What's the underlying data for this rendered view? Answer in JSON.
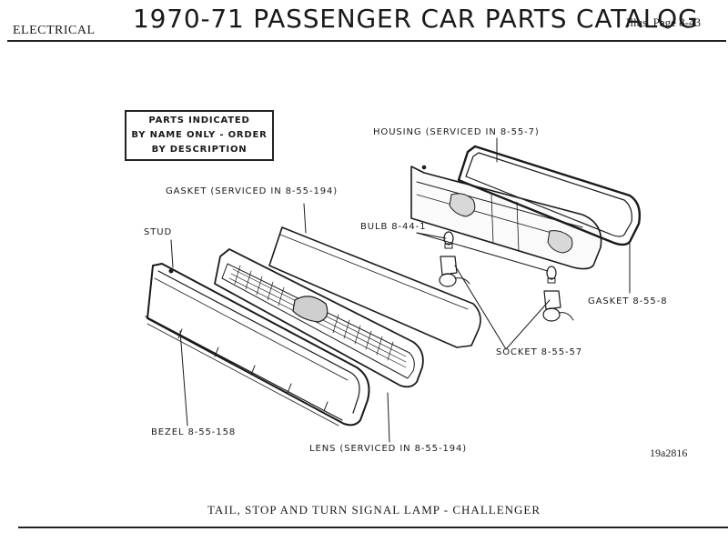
{
  "header": {
    "section": "ELECTRICAL",
    "title": "1970-71 PASSENGER CAR PARTS CATALOG",
    "illus_page": "Illus. Page 8-43"
  },
  "notice": {
    "lines": [
      "PARTS INDICATED",
      "BY NAME ONLY - ORDER",
      "BY DESCRIPTION"
    ]
  },
  "labels": {
    "housing": "HOUSING (SERVICED IN 8-55-7)",
    "gasket_upper": "GASKET (SERVICED IN 8-55-194)",
    "stud": "STUD",
    "bulb": "BULB 8-44-1",
    "gasket_lower": "GASKET 8-55-8",
    "socket": "SOCKET 8-55-57",
    "bezel": "BEZEL 8-55-158",
    "lens": "LENS (SERVICED IN 8-55-194)"
  },
  "figure_ref": "19a2816",
  "caption": "TAIL, STOP AND TURN SIGNAL LAMP - CHALLENGER"
}
